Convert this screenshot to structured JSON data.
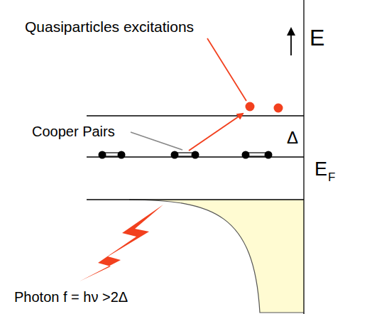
{
  "diagram": {
    "labels": [
      "Quasiparticles excitations",
      "E",
      "Cooper Pairs",
      "Δ",
      "E",
      "F",
      "Photon f = hν >2Δ"
    ]
  }
}
